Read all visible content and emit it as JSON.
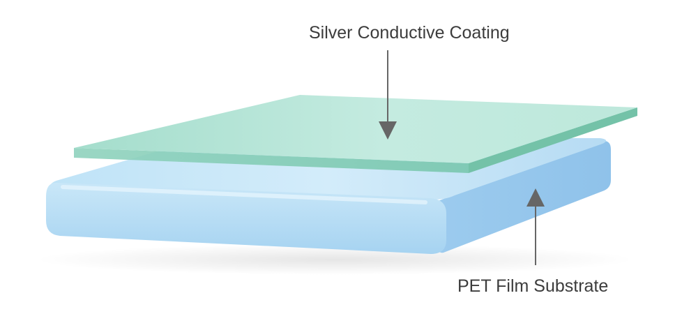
{
  "layers": [
    {
      "id": "coating",
      "label": "Silver Conductive Coating",
      "color": "#a9e0d1"
    },
    {
      "id": "substrate",
      "label": "PET Film Substrate",
      "color": "#a8d4f2"
    }
  ],
  "colors": {
    "text": "#3c3c3c",
    "arrow": "#666666",
    "background": "#ffffff"
  }
}
